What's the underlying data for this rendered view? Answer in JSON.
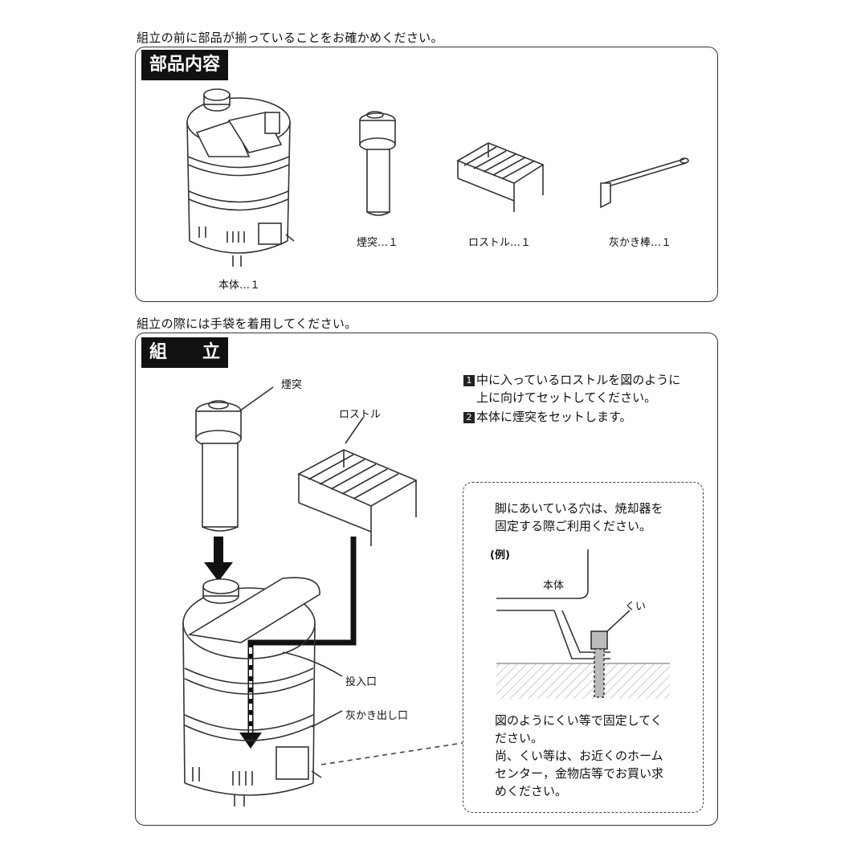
{
  "top_note": "組立の前に部品が揃っていることをお確かめください。",
  "parts_panel": {
    "title": "部品内容",
    "items": [
      {
        "label": "本体…１"
      },
      {
        "label": "煙突…１"
      },
      {
        "label": "ロストル…１"
      },
      {
        "label": "灰かき棒…１"
      }
    ]
  },
  "mid_note": "組立の際には手袋を着用してください。",
  "assembly_panel": {
    "title": "組　　立",
    "labels": {
      "chimney": "煙突",
      "grate": "ロストル",
      "inlet": "投入口",
      "ash_outlet": "灰かき出し口"
    },
    "steps": [
      {
        "num": "1",
        "text_line1": "中に入っているロストルを図のように",
        "text_line2": "上に向けてセットしてください。"
      },
      {
        "num": "2",
        "text_line1": "本体に煙突をセットします。",
        "text_line2": ""
      }
    ],
    "tip": {
      "line1": "脚にあいている穴は、焼却器を",
      "line2": "固定する際ご利用ください。",
      "example_label": "(例)",
      "body_label": "本体",
      "stake_label": "くい",
      "note_line1": "図のようにくい等で固定してく",
      "note_line2": "ださい。",
      "note_line3": "尚、くい等は、お近くのホーム",
      "note_line4": "センター，金物店等でお買い求",
      "note_line5": "めください。"
    }
  }
}
